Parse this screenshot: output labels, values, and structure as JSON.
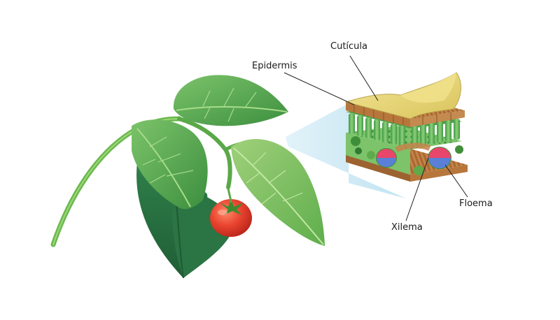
{
  "labels": {
    "cuticula": "Cutícula",
    "epidermis": "Epidermis",
    "floema": "Floema",
    "xilema": "Xilema"
  },
  "colors": {
    "leaf_dark": "#2e7d3a",
    "leaf_mid": "#4caf50",
    "leaf_light": "#8bc34a",
    "tomato": "#e53c2a",
    "zoom_cone": "#bfe3f2",
    "cuticle": "#e8d77a",
    "cell_green": "#5cb85c",
    "cell_brown": "#b7773c",
    "phloem_blue": "#5a7fd6",
    "xylem_red": "#e8466a"
  },
  "icons": [
    "plant-illustration",
    "leaf-cross-section-illustration",
    "tomato-fruit"
  ]
}
